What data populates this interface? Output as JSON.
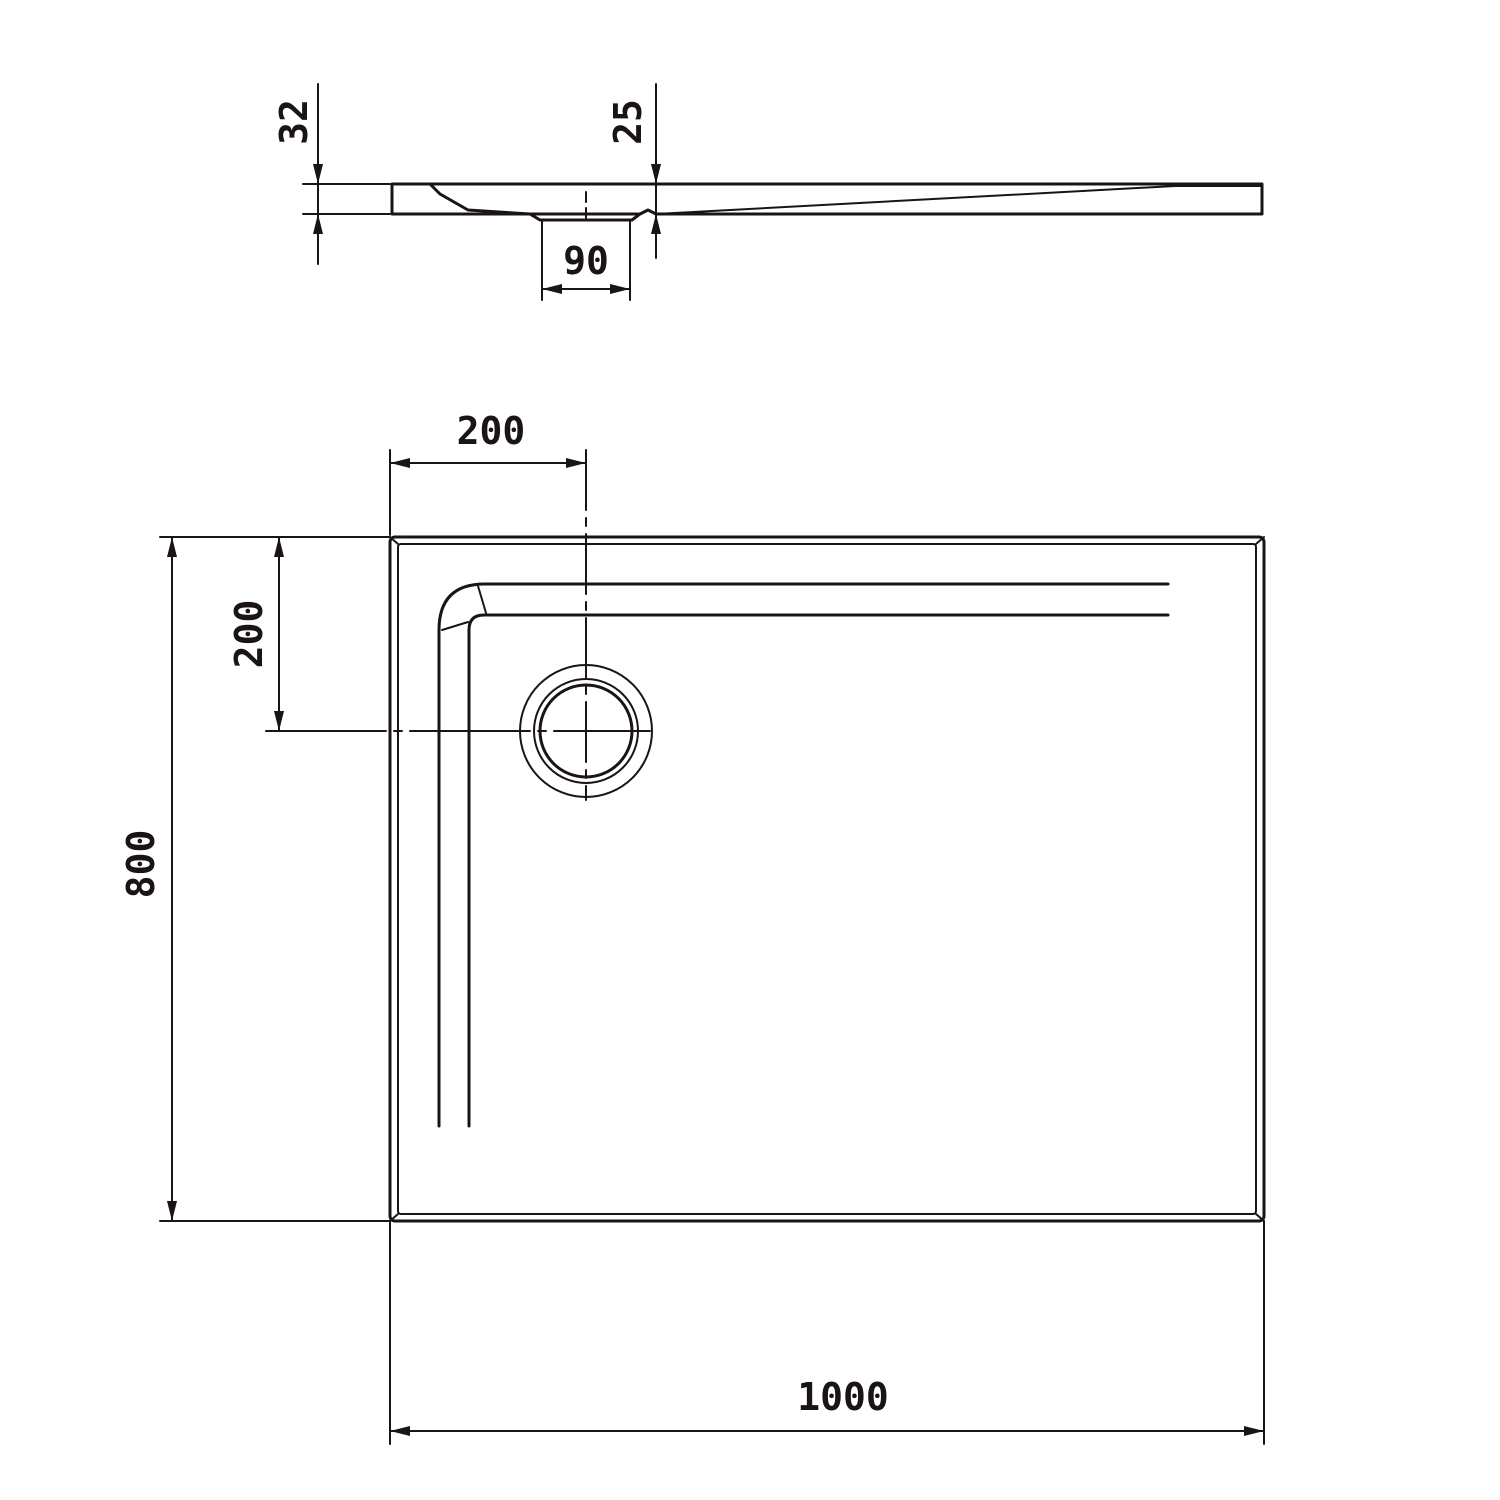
{
  "drawing": {
    "colors": {
      "line": "#1a1414",
      "background": "#ffffff"
    },
    "side_view": {
      "dim_total_height": "32",
      "dim_edge_height": "25",
      "dim_drain_width": "90"
    },
    "plan_view": {
      "dim_drain_offset_x": "200",
      "dim_drain_offset_y": "200",
      "dim_depth": "800",
      "dim_width": "1000"
    }
  }
}
